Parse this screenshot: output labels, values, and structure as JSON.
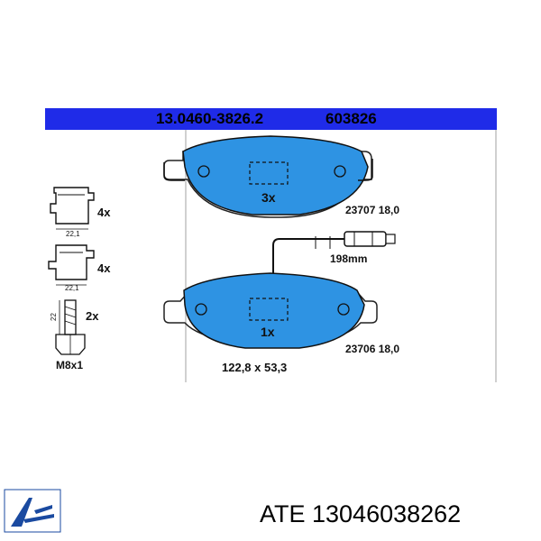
{
  "header": {
    "part_number": "13.0460-3826.2",
    "code": "603826",
    "bar_color": "#1f2be8"
  },
  "pads": {
    "upper": {
      "quantity": "3x",
      "spec": "23707 18,0"
    },
    "lower": {
      "quantity": "1x",
      "spec": "23706 18,0",
      "dimensions": "122,8 x 53,3"
    },
    "pad_color": "#2e93e3"
  },
  "sensor": {
    "length": "198mm"
  },
  "hardware": [
    {
      "icon": "clip-a-icon",
      "dimension": "22,1",
      "quantity": "4x"
    },
    {
      "icon": "clip-b-icon",
      "dimension": "22,1",
      "quantity": "4x"
    },
    {
      "icon": "bolt-icon",
      "dimension": "22",
      "quantity": "2x",
      "thread": "M8x1"
    }
  ],
  "footer": {
    "brand_text": "ATE 13046038262",
    "logo": "ate-logo-icon"
  }
}
